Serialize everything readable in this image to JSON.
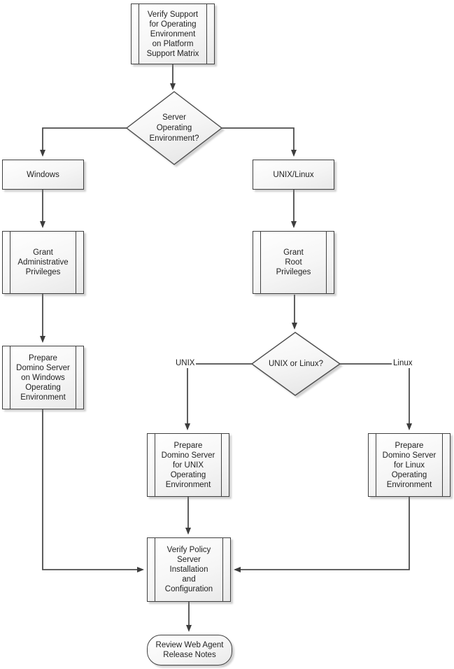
{
  "diagram": {
    "type": "flowchart",
    "colors": {
      "shape_border": "#404040",
      "shape_fill_top": "#ffffff",
      "shape_fill_bottom": "#e9e9e9",
      "connector": "#4d4d4d",
      "text": "#1f1f1f",
      "background": "#ffffff"
    },
    "nodes": {
      "verify_support": {
        "shape": "predefined-process",
        "label": "Verify Support\nfor Operating\nEnvironment\non Platform\nSupport Matrix"
      },
      "server_os_q": {
        "shape": "decision",
        "label": "Server\nOperating\nEnvironment?"
      },
      "windows": {
        "shape": "process",
        "label": "Windows"
      },
      "unix_linux": {
        "shape": "process",
        "label": "UNIX/Linux"
      },
      "grant_admin": {
        "shape": "predefined-process",
        "label": "Grant\nAdministrative\nPrivileges"
      },
      "grant_root": {
        "shape": "predefined-process",
        "label": "Grant\nRoot\nPrivileges"
      },
      "prepare_windows": {
        "shape": "predefined-process",
        "label": "Prepare\nDomino Server\non Windows\nOperating\nEnvironment"
      },
      "unix_or_linux_q": {
        "shape": "decision",
        "label": "UNIX or Linux?"
      },
      "prepare_unix": {
        "shape": "predefined-process",
        "label": "Prepare\nDomino Server\nfor UNIX\nOperating\nEnvironment"
      },
      "prepare_linux": {
        "shape": "predefined-process",
        "label": "Prepare\nDomino Server\nfor Linux\nOperating\nEnvironment"
      },
      "verify_policy": {
        "shape": "predefined-process",
        "label": "Verify Policy\nServer\nInstallation\nand\nConfiguration"
      },
      "review_notes": {
        "shape": "terminator",
        "label": "Review Web Agent\nRelease Notes"
      }
    },
    "edge_labels": {
      "unix": "UNIX",
      "linux": "Linux"
    }
  }
}
